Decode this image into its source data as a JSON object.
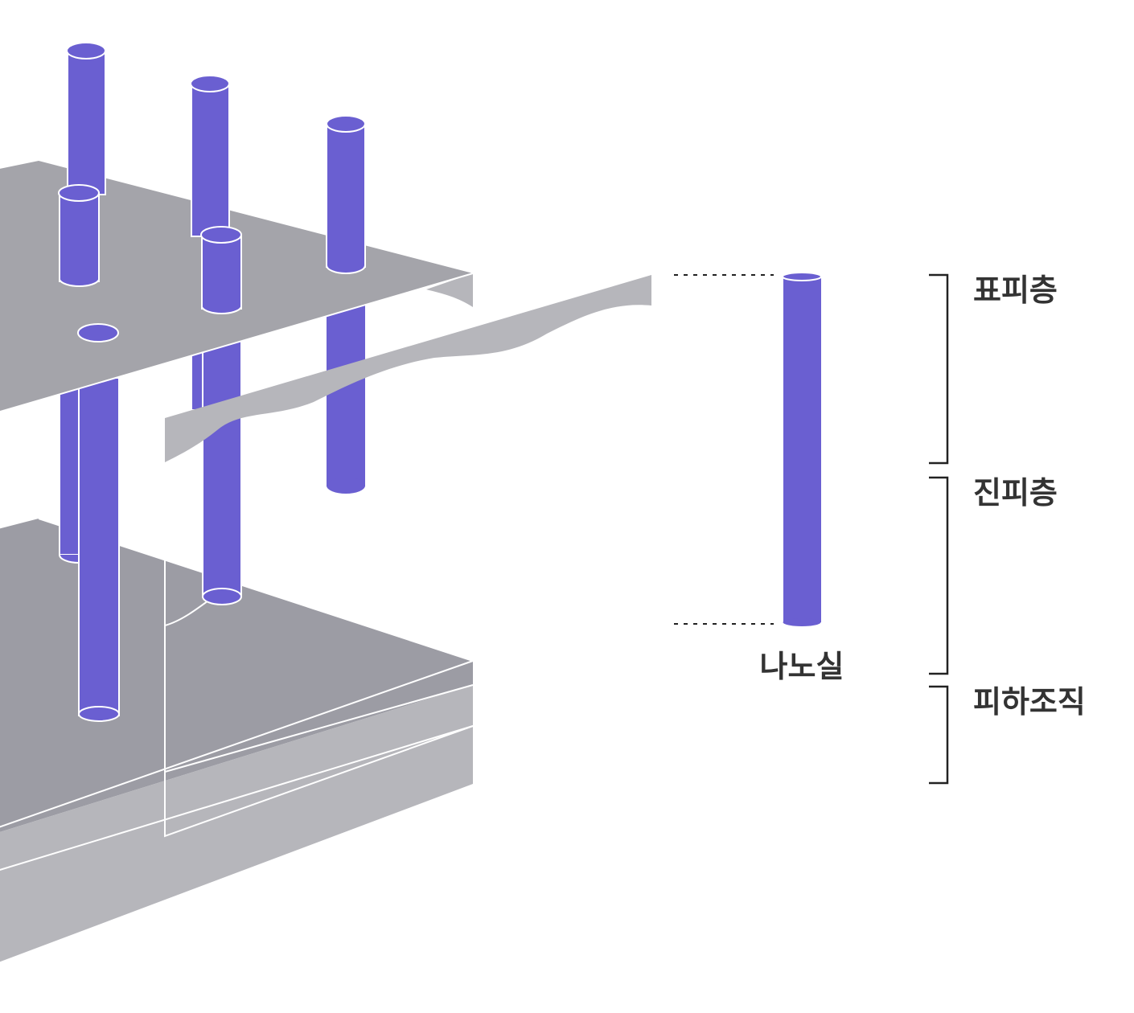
{
  "labels": {
    "epidermis": "표피층",
    "dermis": "진피층",
    "subcutaneous": "피하조직",
    "nano_thread": "나노실"
  },
  "colors": {
    "thread": "#6a5fd1",
    "layer_top": "#a4a4aa",
    "layer_side": "#b6b6bb",
    "layer_dark": "#9c9ca4",
    "outline": "#ffffff",
    "bracket": "#222222",
    "label": "#333333"
  }
}
